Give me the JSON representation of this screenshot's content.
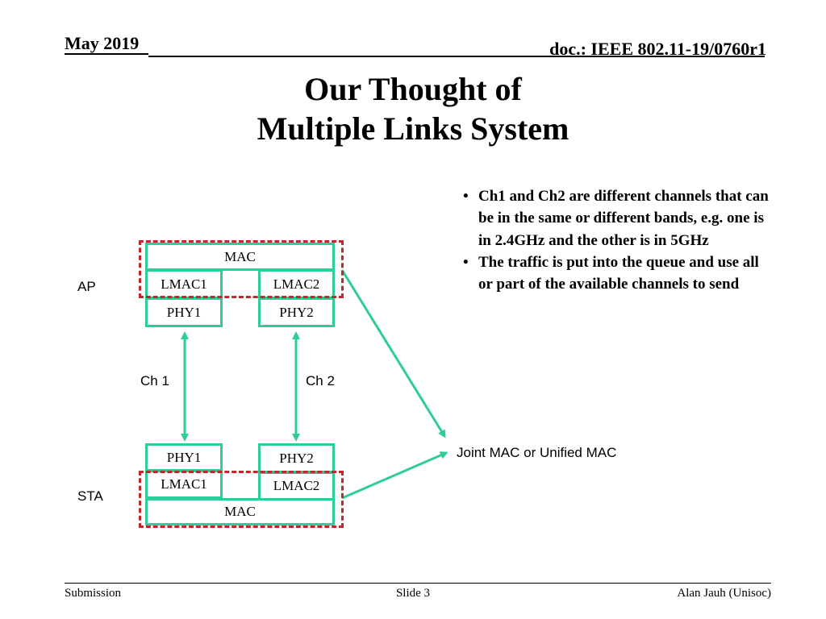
{
  "header": {
    "date": "May 2019",
    "doc": "doc.: IEEE 802.11-19/0760r1"
  },
  "title": {
    "line1": "Our Thought of",
    "line2": "Multiple Links System"
  },
  "bullets": [
    "Ch1 and Ch2 are different channels that can be in the same or different bands, e.g. one is in 2.4GHz and the other is in 5GHz",
    "The traffic is put into the queue and use all or part of the available channels to send"
  ],
  "diagram": {
    "ap_label": "AP",
    "sta_label": "STA",
    "ch1_label": "Ch 1",
    "ch2_label": "Ch 2",
    "joint_label": "Joint MAC or Unified MAC",
    "ap": {
      "mac": "MAC",
      "lmac1": "LMAC1",
      "lmac2": "LMAC2",
      "phy1": "PHY1",
      "phy2": "PHY2"
    },
    "sta": {
      "phy1": "PHY1",
      "phy2": "PHY2",
      "lmac1": "LMAC1",
      "lmac2": "LMAC2",
      "mac": "MAC"
    },
    "colors": {
      "block_border": "#2ecc9a",
      "dashed_outline": "#c0282c"
    }
  },
  "footer": {
    "left": "Submission",
    "center": "Slide 3",
    "right": "Alan Jauh (Unisoc)"
  }
}
